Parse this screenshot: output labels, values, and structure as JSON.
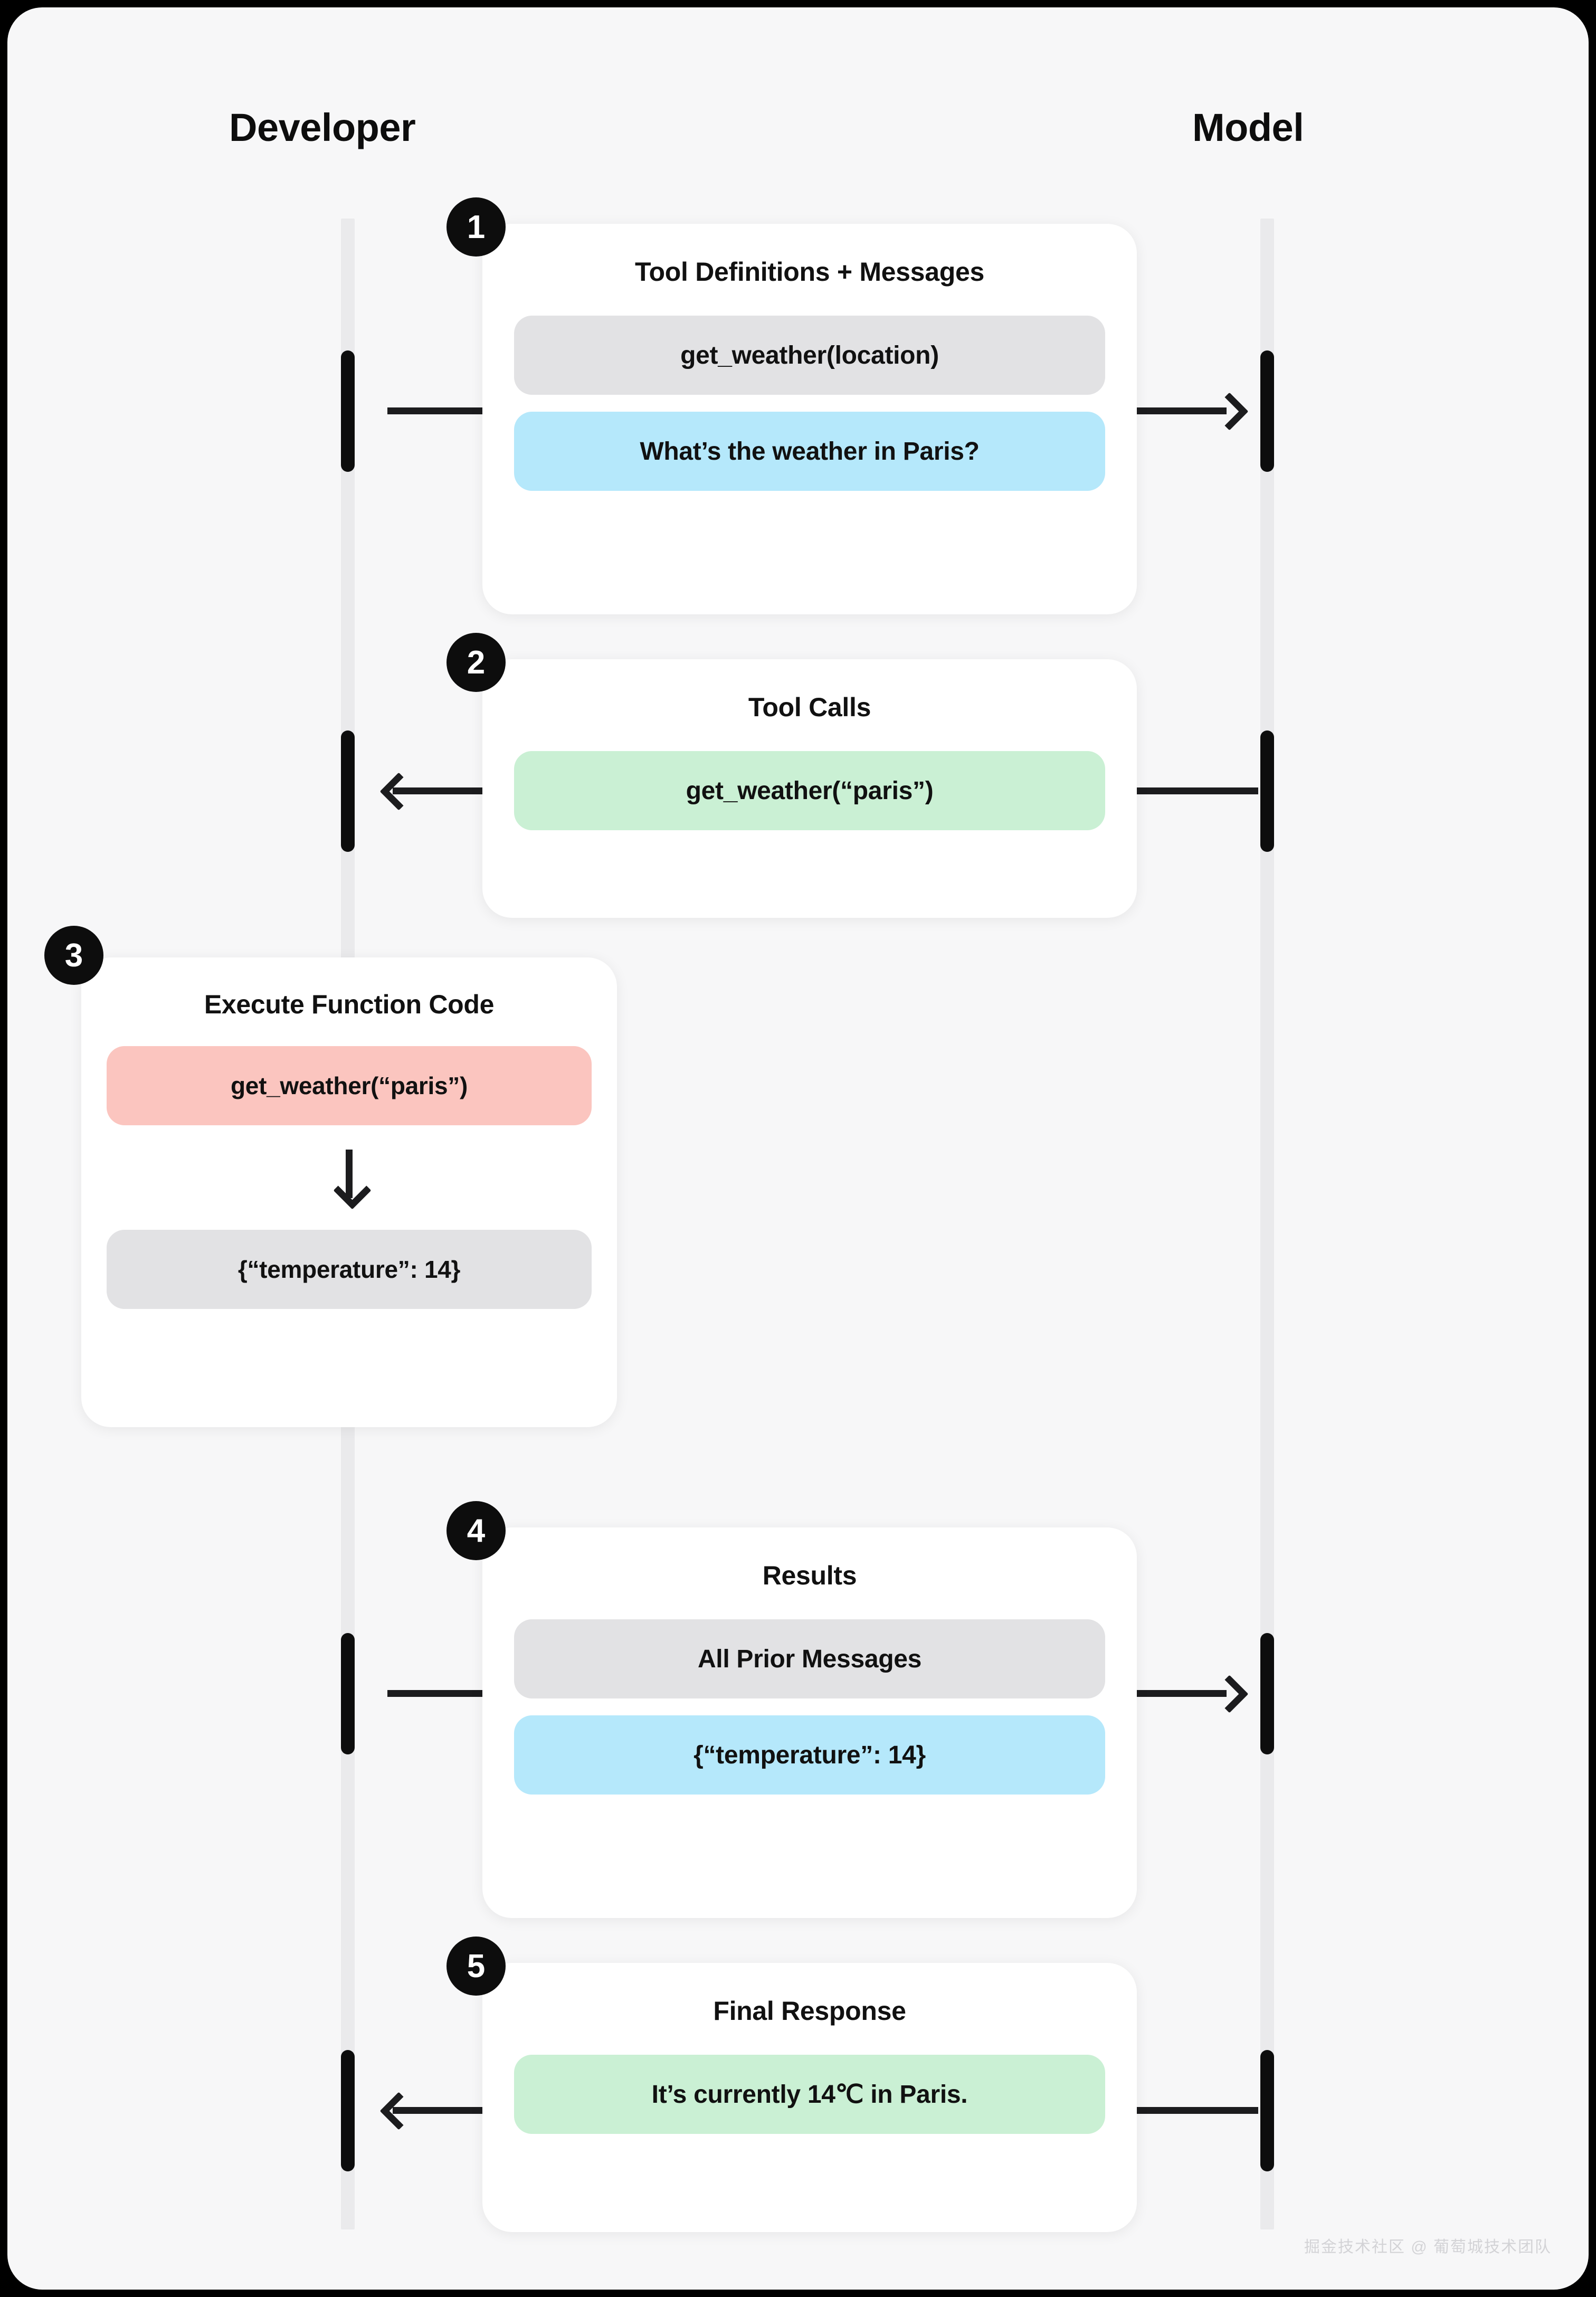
{
  "diagram": {
    "title": "Function calling / tool use sequence",
    "columns": [
      {
        "id": "developer",
        "label": "Developer"
      },
      {
        "id": "model",
        "label": "Model"
      }
    ],
    "colors": {
      "canvas": "#f7f7f8",
      "frame": "#000000",
      "lifeline": "#eaeaec",
      "activation": "#0d0d0d",
      "arrow": "#1c1c1e",
      "card": "#ffffff",
      "pill_gray": "#e2e2e4",
      "pill_blue": "#b5e8fb",
      "pill_green": "#caf0d4",
      "pill_pink": "#fbc5bf",
      "badge": "#0d0d0d",
      "badge_text": "#ffffff"
    },
    "steps": [
      {
        "number": "1",
        "title": "Tool Definitions + Messages",
        "direction": "developer-to-model",
        "pills": [
          {
            "text": "get_weather(location)",
            "color": "gray"
          },
          {
            "text": "What’s the weather in Paris?",
            "color": "blue"
          }
        ]
      },
      {
        "number": "2",
        "title": "Tool Calls",
        "direction": "model-to-developer",
        "pills": [
          {
            "text": "get_weather(“paris”)",
            "color": "green"
          }
        ]
      },
      {
        "number": "3",
        "title": "Execute Function Code",
        "direction": "developer-internal",
        "pills": [
          {
            "text": "get_weather(“paris”)",
            "color": "pink"
          },
          {
            "text": "{“temperature”: 14}",
            "color": "gray"
          }
        ],
        "connector_icon": "down-arrow-icon"
      },
      {
        "number": "4",
        "title": "Results",
        "direction": "developer-to-model",
        "pills": [
          {
            "text": "All Prior Messages",
            "color": "gray"
          },
          {
            "text": "{“temperature”: 14}",
            "color": "blue"
          }
        ]
      },
      {
        "number": "5",
        "title": "Final Response",
        "direction": "model-to-developer",
        "pills": [
          {
            "text": "It’s currently 14℃ in Paris.",
            "color": "green"
          }
        ]
      }
    ]
  },
  "watermark": "掘金技术社区 @ 葡萄城技术团队"
}
